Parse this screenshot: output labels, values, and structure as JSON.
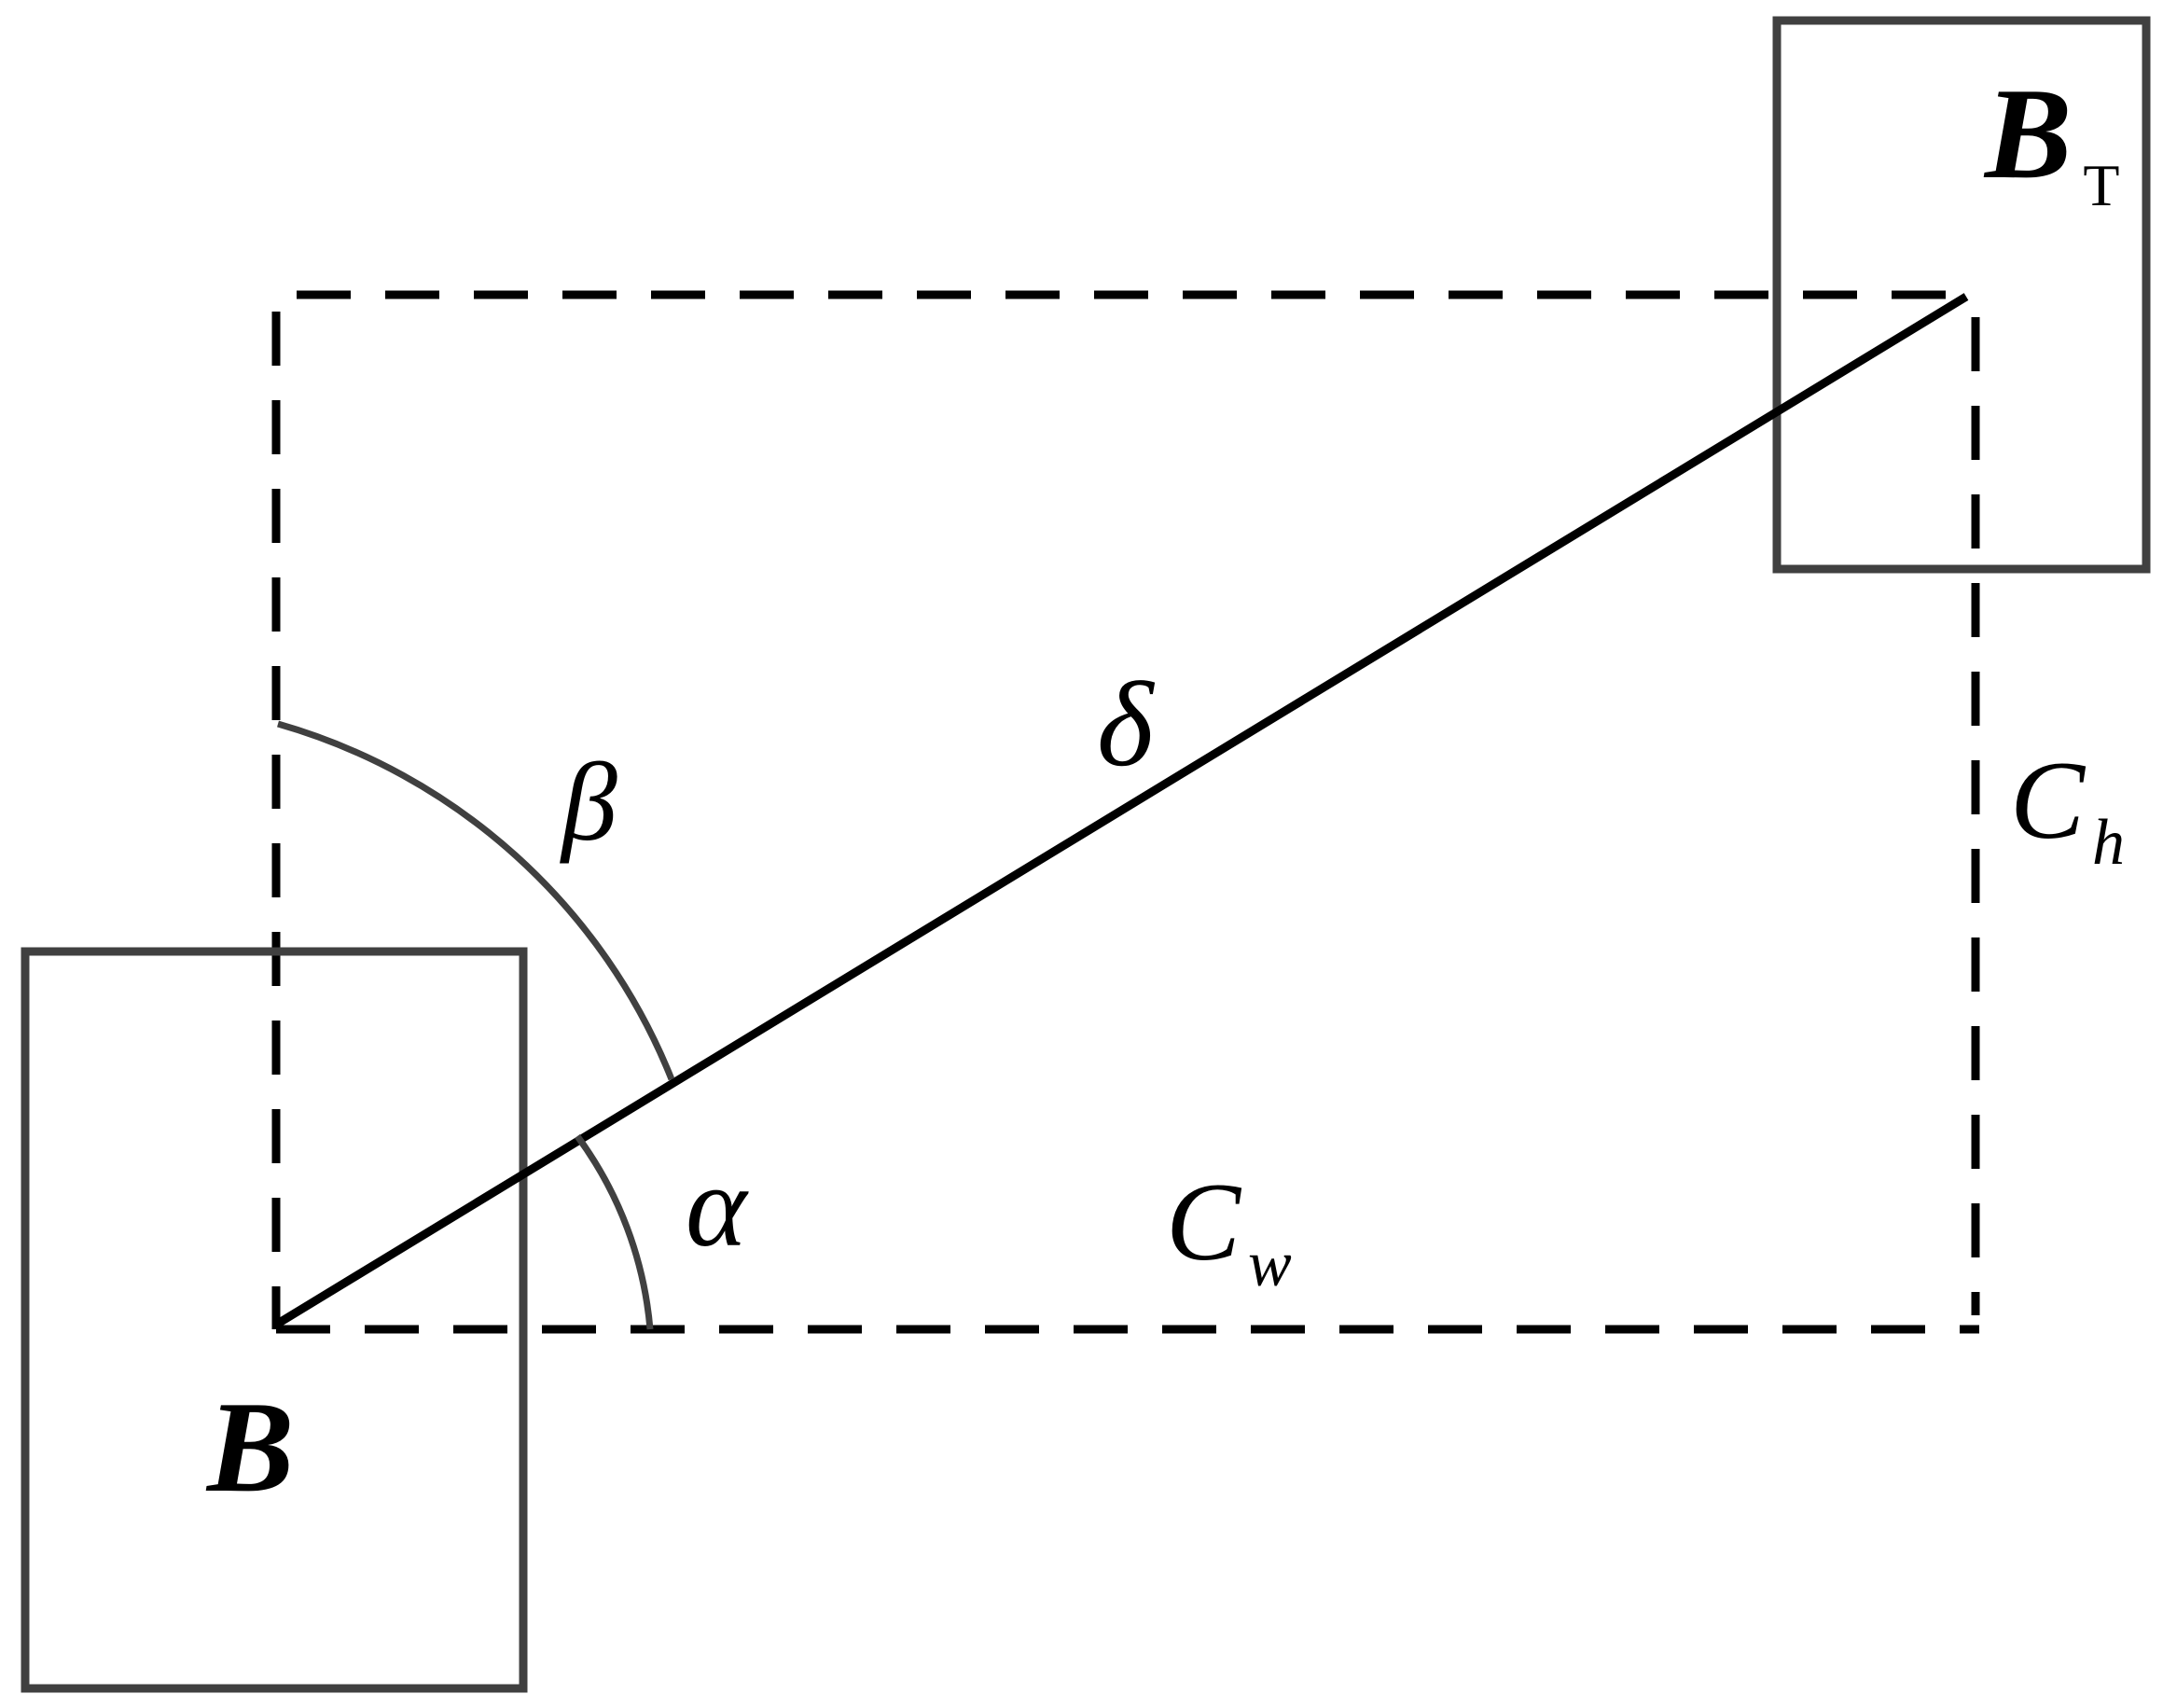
{
  "labels": {
    "box_b": "B",
    "box_bt_main": "B",
    "box_bt_sub": "T",
    "delta": "δ",
    "beta": "β",
    "alpha": "α",
    "cw_main": "C",
    "cw_sub": "w",
    "ch_main": "C",
    "ch_sub": "h"
  },
  "colors": {
    "box_stroke": "#404040",
    "line_stroke": "#000000",
    "arc_stroke": "#404040"
  }
}
